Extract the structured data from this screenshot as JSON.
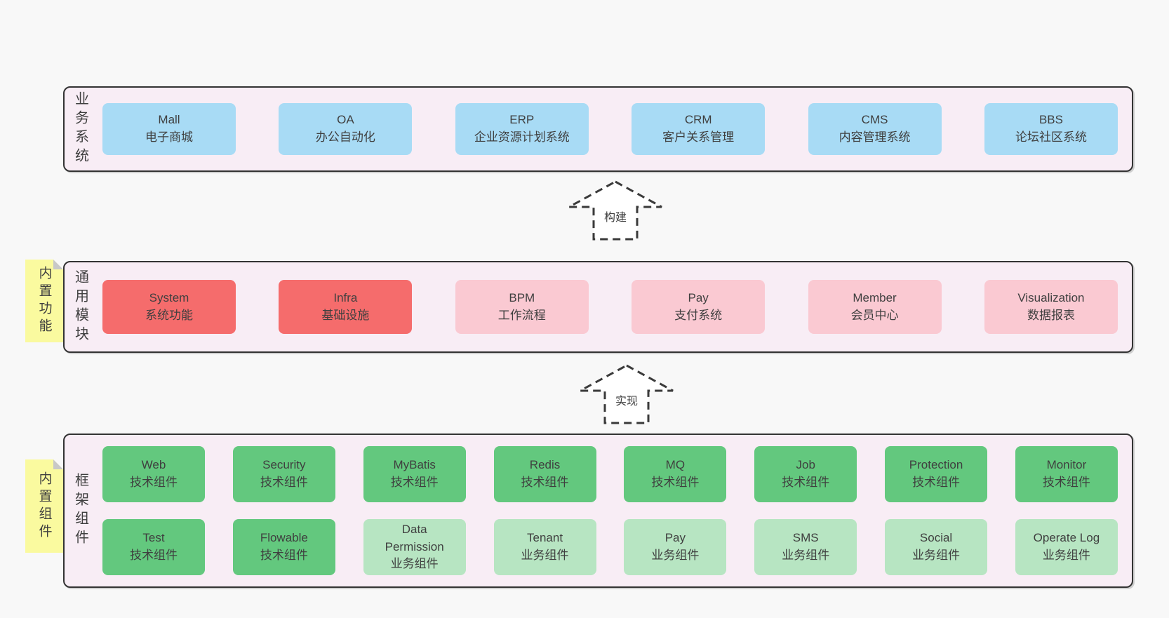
{
  "colors": {
    "page_bg": "#f8f8f8",
    "band_bg": "#f8edf5",
    "band_border": "#333333",
    "blue": "#a8dbf5",
    "red": "#f56c6c",
    "pink": "#fac9d2",
    "green_dark": "#63c87e",
    "green_light": "#b7e5c2",
    "sticky_yellow": "#fafa9f",
    "sticky_fold": "#c8c8c8",
    "text": "#3f3f3f",
    "arrow_stroke": "#3a3a3a",
    "arrow_fill": "#ffffff"
  },
  "arrows": [
    {
      "id": "build",
      "label": "构建"
    },
    {
      "id": "implement",
      "label": "实现"
    }
  ],
  "bands": [
    {
      "id": "business-systems",
      "label": "业务系统",
      "sticky": null,
      "rows": [
        [
          {
            "name": "Mall",
            "desc": "电子商城",
            "color": "blue"
          },
          {
            "name": "OA",
            "desc": "办公自动化",
            "color": "blue"
          },
          {
            "name": "ERP",
            "desc": "企业资源计划系统",
            "color": "blue"
          },
          {
            "name": "CRM",
            "desc": "客户关系管理",
            "color": "blue"
          },
          {
            "name": "CMS",
            "desc": "内容管理系统",
            "color": "blue"
          },
          {
            "name": "BBS",
            "desc": "论坛社区系统",
            "color": "blue"
          }
        ]
      ]
    },
    {
      "id": "common-modules",
      "label": "通用模块",
      "sticky": "内置功能",
      "rows": [
        [
          {
            "name": "System",
            "desc": "系统功能",
            "color": "red"
          },
          {
            "name": "Infra",
            "desc": "基础设施",
            "color": "red"
          },
          {
            "name": "BPM",
            "desc": "工作流程",
            "color": "pink"
          },
          {
            "name": "Pay",
            "desc": "支付系统",
            "color": "pink"
          },
          {
            "name": "Member",
            "desc": "会员中心",
            "color": "pink"
          },
          {
            "name": "Visualization",
            "desc": "数据报表",
            "color": "pink"
          }
        ]
      ]
    },
    {
      "id": "framework-components",
      "label": "框架组件",
      "sticky": "内置组件",
      "rows": [
        [
          {
            "name": "Web",
            "desc": "技术组件",
            "color": "green"
          },
          {
            "name": "Security",
            "desc": "技术组件",
            "color": "green"
          },
          {
            "name": "MyBatis",
            "desc": "技术组件",
            "color": "green"
          },
          {
            "name": "Redis",
            "desc": "技术组件",
            "color": "green"
          },
          {
            "name": "MQ",
            "desc": "技术组件",
            "color": "green"
          },
          {
            "name": "Job",
            "desc": "技术组件",
            "color": "green"
          },
          {
            "name": "Protection",
            "desc": "技术组件",
            "color": "green"
          },
          {
            "name": "Monitor",
            "desc": "技术组件",
            "color": "green"
          }
        ],
        [
          {
            "name": "Test",
            "desc": "技术组件",
            "color": "green"
          },
          {
            "name": "Flowable",
            "desc": "技术组件",
            "color": "green"
          },
          {
            "name": "Data Permission",
            "desc": "业务组件",
            "color": "lightgreen"
          },
          {
            "name": "Tenant",
            "desc": "业务组件",
            "color": "lightgreen"
          },
          {
            "name": "Pay",
            "desc": "业务组件",
            "color": "lightgreen"
          },
          {
            "name": "SMS",
            "desc": "业务组件",
            "color": "lightgreen"
          },
          {
            "name": "Social",
            "desc": "业务组件",
            "color": "lightgreen"
          },
          {
            "name": "Operate Log",
            "desc": "业务组件",
            "color": "lightgreen"
          }
        ]
      ]
    }
  ]
}
